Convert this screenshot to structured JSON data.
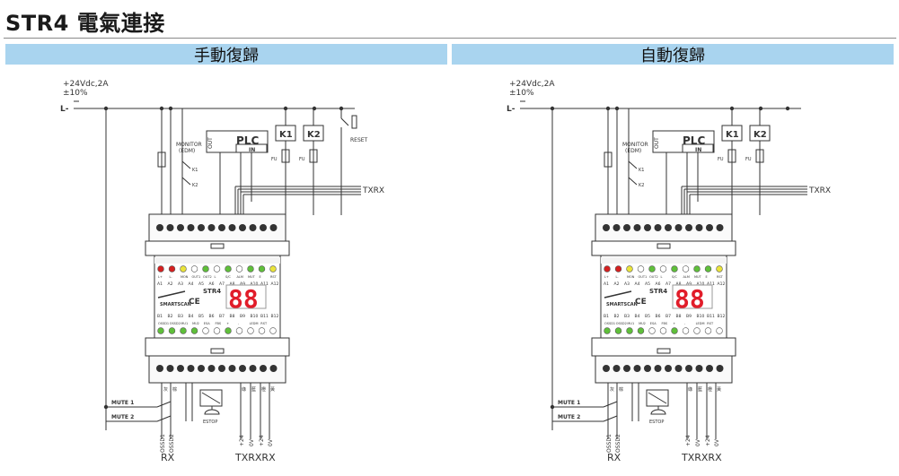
{
  "page": {
    "title": "STR4 電氣連接"
  },
  "panels": [
    {
      "header": "手動復歸",
      "has_reset": true
    },
    {
      "header": "自動復歸",
      "has_reset": false
    }
  ],
  "labels": {
    "supply_voltage": "+24Vdc,2A",
    "supply_tolerance": "±10%",
    "line": "L-",
    "monitor": "MONITOR",
    "edm": "(EDM)",
    "k1": "K1",
    "k2": "K2",
    "plc": "PLC",
    "out": "OUT",
    "in": "IN",
    "fu": "FU",
    "reset": "RESET",
    "txrx": "TXRX",
    "mute1": "MUTE 1",
    "mute2": "MUTE 2",
    "estop": "ESTOP",
    "module_name": "STR4",
    "display": "88",
    "brand": "SMARTSCAN",
    "ce": "CE",
    "bottom_rx": "RX",
    "bottom_txrxrx": "TXRXRX",
    "ossd1": "OSSD1",
    "ossd2": "OSSD2",
    "v24a": "+24",
    "v0a": "0V",
    "v24b": "+24",
    "v0b": "0V",
    "term_top": [
      "A1",
      "A2",
      "A3",
      "A4",
      "A5",
      "A6",
      "A7",
      "A8",
      "A9",
      "A10",
      "A11",
      "A12"
    ],
    "term_bot": [
      "B1",
      "B2",
      "B3",
      "B4",
      "B5",
      "B6",
      "B7",
      "B8",
      "B9",
      "B10",
      "B11",
      "B12"
    ],
    "led_top": [
      "L+",
      "L-",
      "MON",
      "OUT1",
      "OUT2",
      "L",
      "S/C",
      "ALM",
      "MUT",
      "E",
      "RST"
    ],
    "led_bot": [
      "OSSD1",
      "OSSD2",
      "MU1",
      "MU2",
      "ESA",
      "FBS",
      "+",
      "-",
      "LEDM",
      "RST"
    ],
    "wire_chinese_left": [
      "灰",
      "棕"
    ],
    "wire_chinese_right": [
      "綠",
      "藍",
      "橙",
      "黃"
    ]
  },
  "colors": {
    "header_bg": "#a9d4ef",
    "led_red": "#d42020",
    "led_yellow": "#e9e33a",
    "led_green": "#5fbf3a",
    "display_red": "#e11d2a",
    "line": "#333333"
  }
}
